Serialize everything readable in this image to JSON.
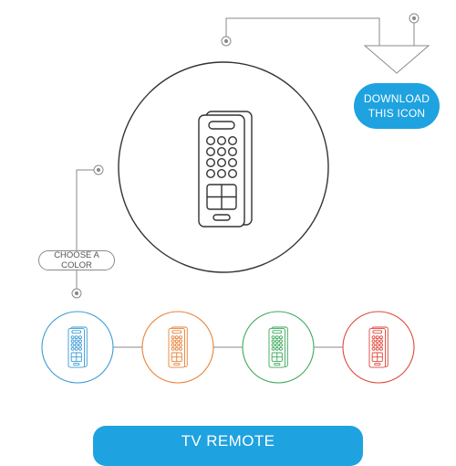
{
  "buttons": {
    "download_line1": "DOWNLOAD",
    "download_line2": "THIS ICON",
    "choose_color": "CHOOSE A COLOR"
  },
  "title": "TV REMOTE",
  "icon": "tv-remote-icon",
  "colors": {
    "accent": "#1ea2e0",
    "outline_main": "#333333",
    "connector": "#8a8a8a",
    "variants": [
      "#3a9bd6",
      "#e8823a",
      "#3aaa5a",
      "#e0463a"
    ]
  }
}
